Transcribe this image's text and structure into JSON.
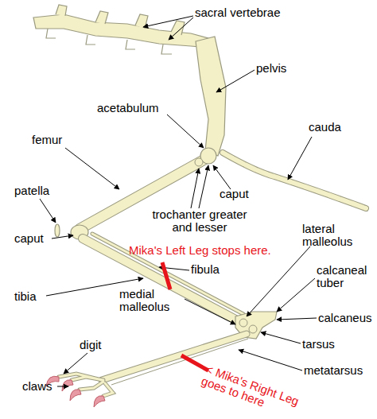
{
  "diagram": {
    "labels": [
      "sacral vertebrae",
      "pelvis",
      "acetabulum",
      "cauda",
      "femur",
      "patella",
      "caput",
      "trochanter greater and lesser",
      "caput",
      "lateral malleolus",
      "Mika's Left Leg stops here.",
      "fibula",
      "calcaneal tuber",
      "tibia",
      "calcaneus",
      "medial malleolus",
      "tarsus",
      "digit",
      "metatarsus",
      "claws",
      "< Mika's Right Leg goes to here"
    ]
  }
}
